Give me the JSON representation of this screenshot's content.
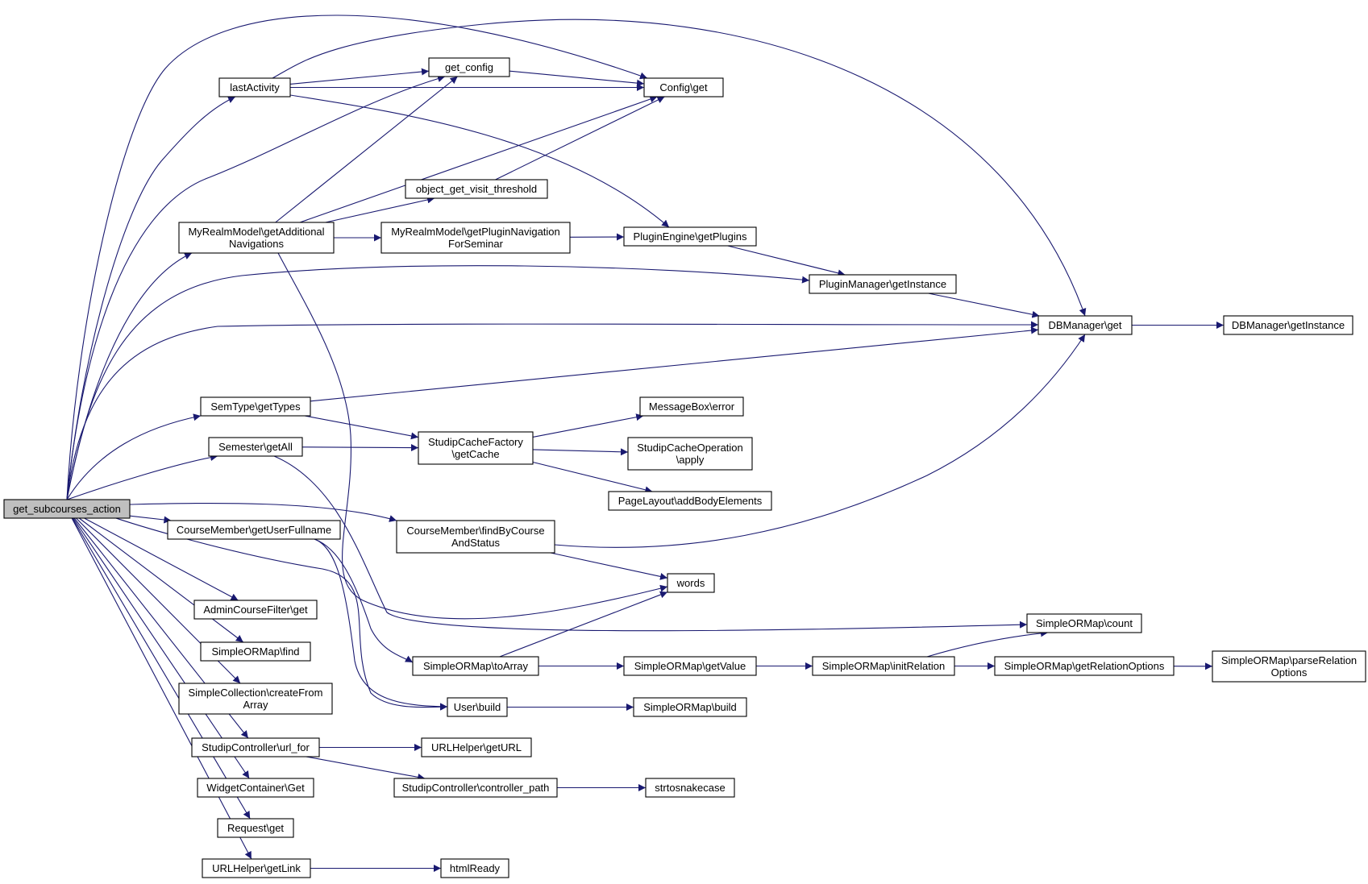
{
  "graph": {
    "root": "get_subcourses_action",
    "nodes": {
      "root": [
        "get_subcourses_action"
      ],
      "lastActivity": [
        "lastActivity"
      ],
      "get_config": [
        "get_config"
      ],
      "config_get": [
        "Config\\get"
      ],
      "object_get_visit_threshold": [
        "object_get_visit_threshold"
      ],
      "myrealm_addnav": [
        "MyRealmModel\\getAdditional",
        "Navigations"
      ],
      "myrealm_pluginnav": [
        "MyRealmModel\\getPluginNavigation",
        "ForSeminar"
      ],
      "pluginengine_getplugins": [
        "PluginEngine\\getPlugins"
      ],
      "pluginmanager_getinstance": [
        "PluginManager\\getInstance"
      ],
      "dbmanager_get": [
        "DBManager\\get"
      ],
      "dbmanager_getinstance": [
        "DBManager\\getInstance"
      ],
      "semtype_gettypes": [
        "SemType\\getTypes"
      ],
      "semester_getall": [
        "Semester\\getAll"
      ],
      "studipcachefactory_getcache": [
        "StudipCacheFactory",
        "\\getCache"
      ],
      "messagebox_error": [
        "MessageBox\\error"
      ],
      "studipcacheoperation_apply": [
        "StudipCacheOperation",
        "\\apply"
      ],
      "pagelayout_addbodyelements": [
        "PageLayout\\addBodyElements"
      ],
      "coursemember_getuserfullname": [
        "CourseMember\\getUserFullname"
      ],
      "coursemember_findbycourseandstatus": [
        "CourseMember\\findByCourse",
        "AndStatus"
      ],
      "words": [
        "words"
      ],
      "admincoursefilter_get": [
        "AdminCourseFilter\\get"
      ],
      "simpleormap_count": [
        "SimpleORMap\\count"
      ],
      "simpleormap_find": [
        "SimpleORMap\\find"
      ],
      "simpleormap_toarray": [
        "SimpleORMap\\toArray"
      ],
      "simpleormap_getvalue": [
        "SimpleORMap\\getValue"
      ],
      "simpleormap_initrelation": [
        "SimpleORMap\\initRelation"
      ],
      "simpleormap_getrelationoptions": [
        "SimpleORMap\\getRelationOptions"
      ],
      "simpleormap_parserelationoptions": [
        "SimpleORMap\\parseRelation",
        "Options"
      ],
      "simplecollection_createfromarray": [
        "SimpleCollection\\createFrom",
        "Array"
      ],
      "user_build": [
        "User\\build"
      ],
      "simpleormap_build": [
        "SimpleORMap\\build"
      ],
      "studipcontroller_url_for": [
        "StudipController\\url_for"
      ],
      "urlhelper_geturl": [
        "URLHelper\\getURL"
      ],
      "studipcontroller_controller_path": [
        "StudipController\\controller_path"
      ],
      "strtosnakecase": [
        "strtosnakecase"
      ],
      "widgetcontainer_get": [
        "WidgetContainer\\Get"
      ],
      "request_get": [
        "Request\\get"
      ],
      "urlhelper_getlink": [
        "URLHelper\\getLink"
      ],
      "htmlready": [
        "htmlReady"
      ]
    },
    "edges": [
      [
        "root",
        "lastActivity"
      ],
      [
        "root",
        "get_config"
      ],
      [
        "root",
        "config_get"
      ],
      [
        "root",
        "dbmanager_get"
      ],
      [
        "root",
        "myrealm_addnav"
      ],
      [
        "root",
        "pluginmanager_getinstance"
      ],
      [
        "root",
        "semtype_gettypes"
      ],
      [
        "root",
        "semester_getall"
      ],
      [
        "root",
        "coursemember_findbycourseandstatus"
      ],
      [
        "root",
        "coursemember_getuserfullname"
      ],
      [
        "root",
        "user_build"
      ],
      [
        "root",
        "admincoursefilter_get"
      ],
      [
        "root",
        "simpleormap_find"
      ],
      [
        "root",
        "simplecollection_createfromarray"
      ],
      [
        "root",
        "studipcontroller_url_for"
      ],
      [
        "root",
        "widgetcontainer_get"
      ],
      [
        "root",
        "request_get"
      ],
      [
        "root",
        "urlhelper_getlink"
      ],
      [
        "lastActivity",
        "get_config"
      ],
      [
        "lastActivity",
        "config_get"
      ],
      [
        "lastActivity",
        "dbmanager_get"
      ],
      [
        "lastActivity",
        "pluginengine_getplugins"
      ],
      [
        "get_config",
        "config_get"
      ],
      [
        "myrealm_addnav",
        "get_config"
      ],
      [
        "myrealm_addnav",
        "config_get"
      ],
      [
        "myrealm_addnav",
        "object_get_visit_threshold"
      ],
      [
        "myrealm_addnav",
        "myrealm_pluginnav"
      ],
      [
        "myrealm_addnav",
        "words"
      ],
      [
        "object_get_visit_threshold",
        "config_get"
      ],
      [
        "myrealm_pluginnav",
        "pluginengine_getplugins"
      ],
      [
        "pluginengine_getplugins",
        "pluginmanager_getinstance"
      ],
      [
        "pluginmanager_getinstance",
        "dbmanager_get"
      ],
      [
        "dbmanager_get",
        "dbmanager_getinstance"
      ],
      [
        "semtype_gettypes",
        "dbmanager_get"
      ],
      [
        "semtype_gettypes",
        "studipcachefactory_getcache"
      ],
      [
        "semester_getall",
        "studipcachefactory_getcache"
      ],
      [
        "semester_getall",
        "simpleormap_count"
      ],
      [
        "studipcachefactory_getcache",
        "messagebox_error"
      ],
      [
        "studipcachefactory_getcache",
        "studipcacheoperation_apply"
      ],
      [
        "studipcachefactory_getcache",
        "pagelayout_addbodyelements"
      ],
      [
        "coursemember_findbycourseandstatus",
        "dbmanager_get"
      ],
      [
        "coursemember_findbycourseandstatus",
        "words"
      ],
      [
        "coursemember_getuserfullname",
        "simpleormap_toarray"
      ],
      [
        "coursemember_getuserfullname",
        "user_build"
      ],
      [
        "simpleormap_toarray",
        "words"
      ],
      [
        "simpleormap_toarray",
        "simpleormap_getvalue"
      ],
      [
        "simpleormap_getvalue",
        "simpleormap_initrelation"
      ],
      [
        "simpleormap_initrelation",
        "simpleormap_count"
      ],
      [
        "simpleormap_initrelation",
        "simpleormap_getrelationoptions"
      ],
      [
        "simpleormap_getrelationoptions",
        "simpleormap_parserelationoptions"
      ],
      [
        "user_build",
        "simpleormap_build"
      ],
      [
        "studipcontroller_url_for",
        "urlhelper_geturl"
      ],
      [
        "studipcontroller_url_for",
        "studipcontroller_controller_path"
      ],
      [
        "studipcontroller_controller_path",
        "strtosnakecase"
      ],
      [
        "urlhelper_getlink",
        "htmlready"
      ]
    ],
    "colors": {
      "edge": "#191970",
      "root_fill": "#bfbfbf",
      "node_fill": "#ffffff",
      "node_border": "#000000"
    }
  }
}
